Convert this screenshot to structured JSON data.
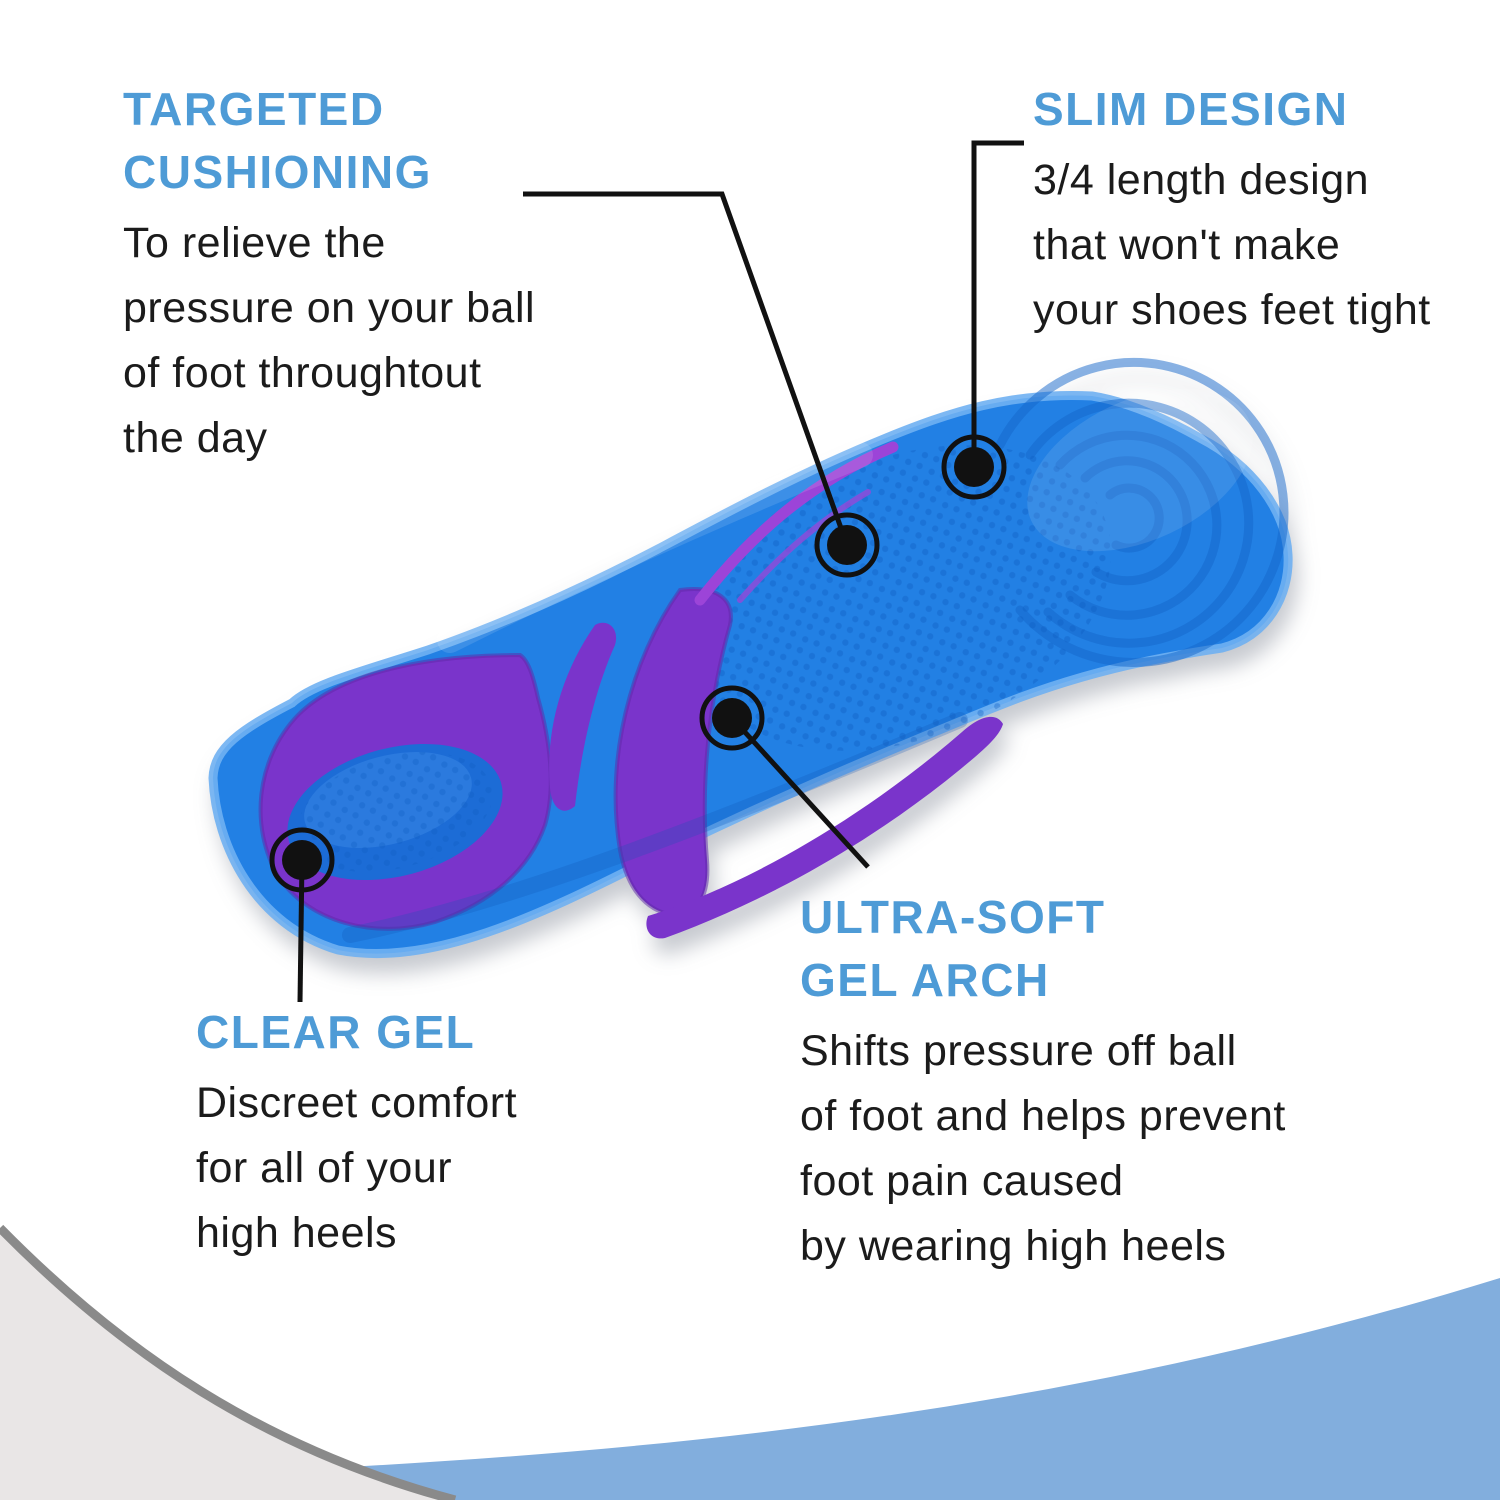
{
  "colors": {
    "heading_blue": "#4E9BD6",
    "body_text": "#1b1b1b",
    "line_black": "#111111",
    "insole_blue": "#2280E4",
    "insole_rim": "#6FB0F2",
    "insole_purple": "#7A34CB",
    "purple_accent": "#9C44D8",
    "heel_pad_blue": "#1C6CD6",
    "wave_blue": "#82AEDD",
    "wave_gray_fill": "#E9E6E6",
    "wave_gray_stroke": "#8A8A8A"
  },
  "callouts": [
    {
      "id": "targeted-cushioning",
      "heading_lines": [
        "TARGETED",
        "CUSHIONING"
      ],
      "body_lines": [
        "To relieve the",
        "pressure on your ball",
        "of foot throughtout",
        "the day"
      ]
    },
    {
      "id": "slim-design",
      "heading_lines": [
        "SLIM DESIGN"
      ],
      "body_lines": [
        "3/4 length design",
        "that won't make",
        "your shoes feet tight"
      ]
    },
    {
      "id": "clear-gel",
      "heading_lines": [
        "CLEAR GEL"
      ],
      "body_lines": [
        "Discreet comfort",
        "for all of your",
        "high heels"
      ]
    },
    {
      "id": "ultra-soft-gel-arch",
      "heading_lines": [
        "ULTRA-SOFT",
        "GEL ARCH"
      ],
      "body_lines": [
        "Shifts pressure off ball",
        "of foot and helps prevent",
        "foot pain caused",
        "by wearing high heels"
      ]
    }
  ]
}
